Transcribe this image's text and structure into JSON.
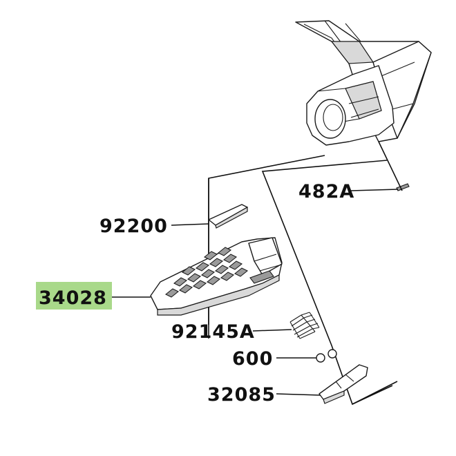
{
  "diagram": {
    "highlight_color": "#a9d98a",
    "labels": {
      "bracket": "482A",
      "pin": "92200",
      "footpeg": "34028",
      "spring": "92145A",
      "ball": "600",
      "plate": "32085"
    },
    "highlighted": "footpeg"
  }
}
